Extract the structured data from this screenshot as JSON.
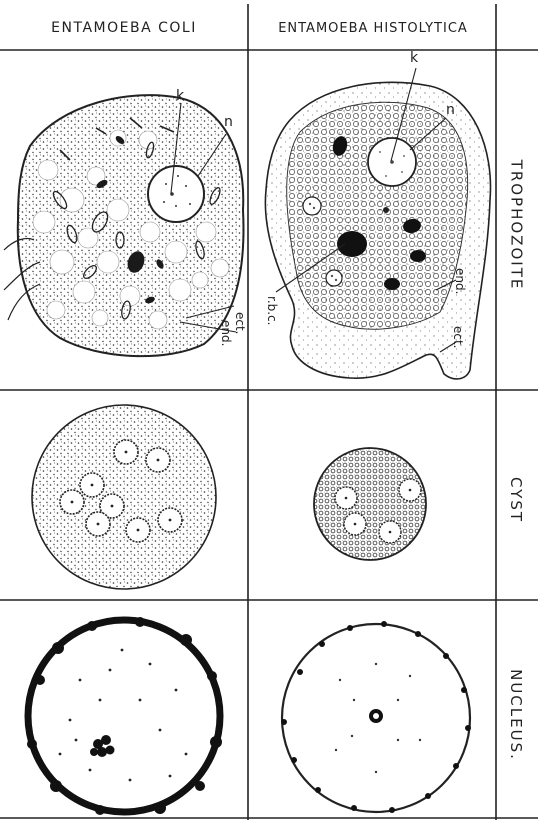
{
  "columns": [
    {
      "id": "coli",
      "label": "ENTAMOEBA  COLI"
    },
    {
      "id": "histolytica",
      "label": "ENTAMOEBA HISTOLYTICA"
    }
  ],
  "rows": [
    {
      "id": "trophozoite",
      "label": "TROPHOZOITE"
    },
    {
      "id": "cyst",
      "label": "CYST"
    },
    {
      "id": "nucleus",
      "label": "NUCLEUS."
    }
  ],
  "annotations": {
    "coli_trophozoite": {
      "k": "k",
      "n": "n",
      "ect": "ect.",
      "end": "end."
    },
    "histolytica_trophozoite": {
      "k": "k",
      "n": "n",
      "rbc": "r.b.c.",
      "end": "end.",
      "ect": "ect."
    }
  }
}
